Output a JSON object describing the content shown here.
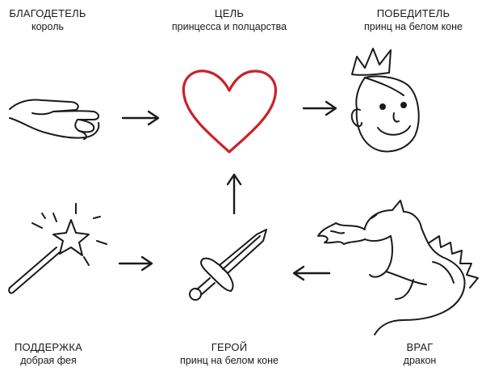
{
  "nodes": {
    "benefactor": {
      "title": "БЛАГОДЕТЕЛЬ",
      "subtitle": "король",
      "icon": "giving-hand-icon"
    },
    "goal": {
      "title": "ЦЕЛЬ",
      "subtitle": "принцесса и полцарства",
      "icon": "heart-icon"
    },
    "winner": {
      "title": "ПОБЕДИТЕЛЬ",
      "subtitle": "принц на белом коне",
      "icon": "prince-face-icon"
    },
    "support": {
      "title": "ПОДДЕРЖКА",
      "subtitle": "добрая фея",
      "icon": "magic-wand-icon"
    },
    "hero": {
      "title": "ГЕРОЙ",
      "subtitle": "принц на белом коне",
      "icon": "sword-icon"
    },
    "enemy": {
      "title": "ВРАГ",
      "subtitle": "дракон",
      "icon": "dragon-icon"
    }
  },
  "edges": [
    {
      "from": "benefactor",
      "to": "goal"
    },
    {
      "from": "goal",
      "to": "winner"
    },
    {
      "from": "hero",
      "to": "goal"
    },
    {
      "from": "support",
      "to": "hero"
    },
    {
      "from": "enemy",
      "to": "hero"
    }
  ],
  "colors": {
    "heart": "#c8232c",
    "ink": "#1a1a1a"
  }
}
